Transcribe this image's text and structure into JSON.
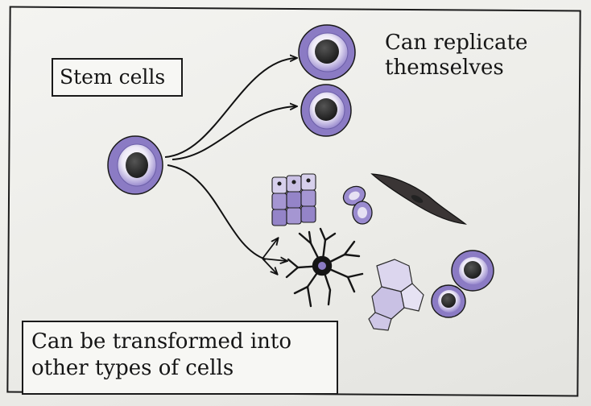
{
  "labels": {
    "stem_cells": "Stem cells",
    "replicate_line1": "Can replicate",
    "replicate_line2": "themselves",
    "transform_line1": "Can be transformed into",
    "transform_line2": "other types of cells"
  },
  "colors": {
    "cell_purple": "#8b7bc4",
    "cell_purple_light": "#b7acd8",
    "nucleus": "#2b2b2b",
    "muscle": "#3a3535",
    "neuron": "#151515",
    "outline": "#1a1a1a"
  },
  "icons": [
    "stem-cell-icon",
    "daughter-cell-icon",
    "epithelial-cell-icon",
    "red-blood-cell-icon",
    "muscle-cell-icon",
    "nerve-cell-icon",
    "bone-cell-icon",
    "white-blood-cell-icon"
  ]
}
